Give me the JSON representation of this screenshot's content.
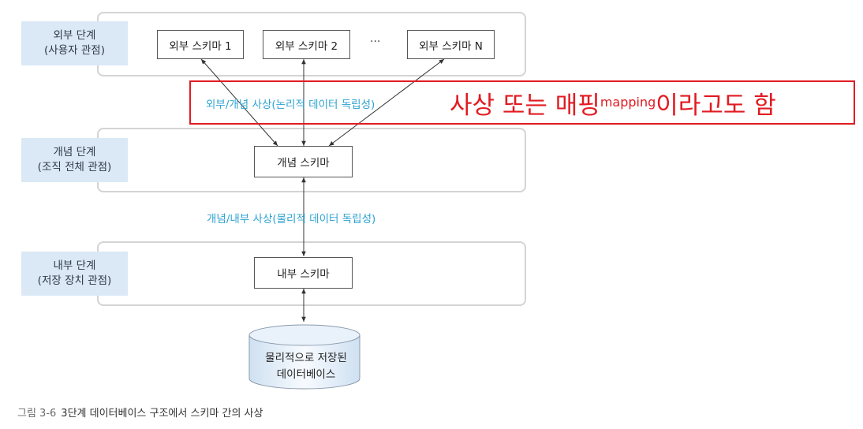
{
  "levels": {
    "external": {
      "title": "외부 단계",
      "view": "(사용자 관점)"
    },
    "conceptual": {
      "title": "개념 단계",
      "view": "(조직 전체 관점)"
    },
    "internal": {
      "title": "내부 단계",
      "view": "(저장 장치 관점)"
    }
  },
  "schemas": {
    "external": [
      "외부 스키마 1",
      "외부 스키마 2",
      "외부 스키마 N"
    ],
    "ellipsis": "···",
    "conceptual": "개념 스키마",
    "internal": "내부 스키마"
  },
  "mappings": {
    "external_conceptual": "외부/개념 사상(논리적 데이터 독립성)",
    "conceptual_internal": "개념/내부 사상(물리적 데이터 독립성)"
  },
  "database": {
    "line1": "물리적으로 저장된",
    "line2": "데이터베이스"
  },
  "callout": {
    "prefix": "사상 또는 매핑",
    "sup": "mapping",
    "suffix": "이라고도 함"
  },
  "caption": {
    "figure_no": "그림 3-6",
    "text": "3단계 데이터베이스 구조에서 스키마 간의 사상"
  },
  "colors": {
    "label_bg": "#dbe9f6",
    "mapping_text": "#2fa3d1",
    "callout": "#e11b22",
    "frame": "#d4d4d4"
  }
}
